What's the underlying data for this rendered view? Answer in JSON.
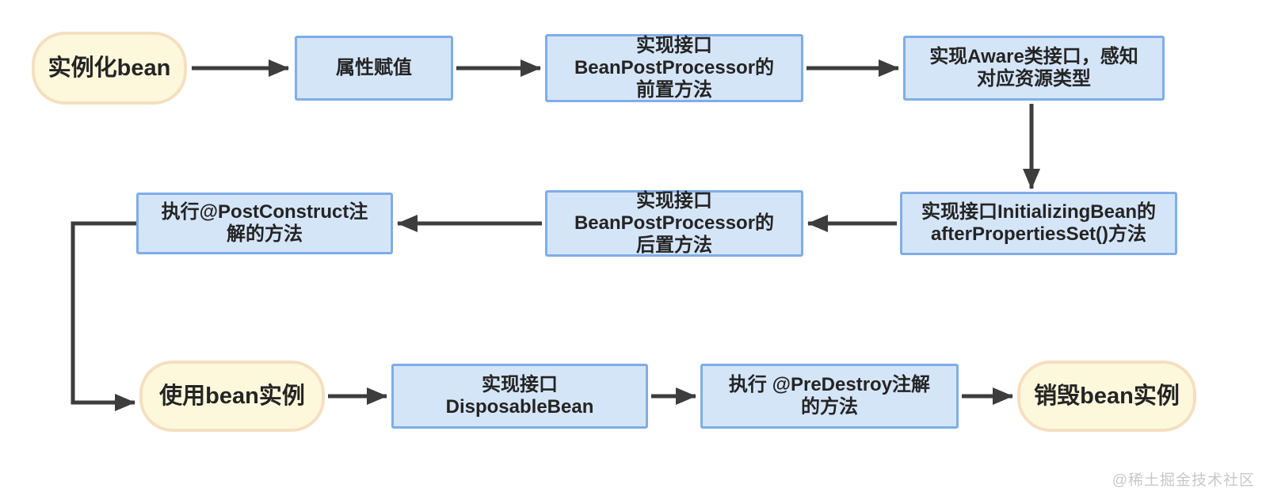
{
  "diagram": {
    "name": "spring-bean-lifecycle-flowchart",
    "colors": {
      "process_fill": "#d5e5f8",
      "process_border": "#7fade8",
      "terminal_fill": "#fdf8dc",
      "terminal_border": "#f5dfc0",
      "arrow": "#3d3d3d",
      "text": "#242424",
      "watermark_text": "#c8c8c8",
      "background": "#ffffff"
    },
    "nodes": [
      {
        "id": "instantiate-bean",
        "type": "terminal",
        "label": "实例化bean"
      },
      {
        "id": "populate-properties",
        "type": "process",
        "label": "属性赋值"
      },
      {
        "id": "bpp-before",
        "type": "process",
        "label": "实现接口\nBeanPostProcessor的\n前置方法"
      },
      {
        "id": "aware-interfaces",
        "type": "process",
        "label": "实现Aware类接口，感知\n对应资源类型"
      },
      {
        "id": "initializing-bean",
        "type": "process",
        "label": "实现接口InitializingBean的\nafterPropertiesSet()方法"
      },
      {
        "id": "bpp-after",
        "type": "process",
        "label": "实现接口\nBeanPostProcessor的\n后置方法"
      },
      {
        "id": "post-construct",
        "type": "process",
        "label": "执行@PostConstruct注\n解的方法"
      },
      {
        "id": "use-bean",
        "type": "terminal",
        "label": "使用bean实例"
      },
      {
        "id": "disposable-bean",
        "type": "process",
        "label": "实现接口\nDisposableBean"
      },
      {
        "id": "pre-destroy",
        "type": "process",
        "label": "执行 @PreDestroy注解\n的方法"
      },
      {
        "id": "destroy-bean",
        "type": "terminal",
        "label": "销毁bean实例"
      }
    ],
    "edges": [
      {
        "from": "instantiate-bean",
        "to": "populate-properties"
      },
      {
        "from": "populate-properties",
        "to": "bpp-before"
      },
      {
        "from": "bpp-before",
        "to": "aware-interfaces"
      },
      {
        "from": "aware-interfaces",
        "to": "initializing-bean"
      },
      {
        "from": "initializing-bean",
        "to": "bpp-after"
      },
      {
        "from": "bpp-after",
        "to": "post-construct"
      },
      {
        "from": "post-construct",
        "to": "use-bean"
      },
      {
        "from": "use-bean",
        "to": "disposable-bean"
      },
      {
        "from": "disposable-bean",
        "to": "pre-destroy"
      },
      {
        "from": "pre-destroy",
        "to": "destroy-bean"
      }
    ],
    "watermark": "@稀土掘金技术社区"
  }
}
